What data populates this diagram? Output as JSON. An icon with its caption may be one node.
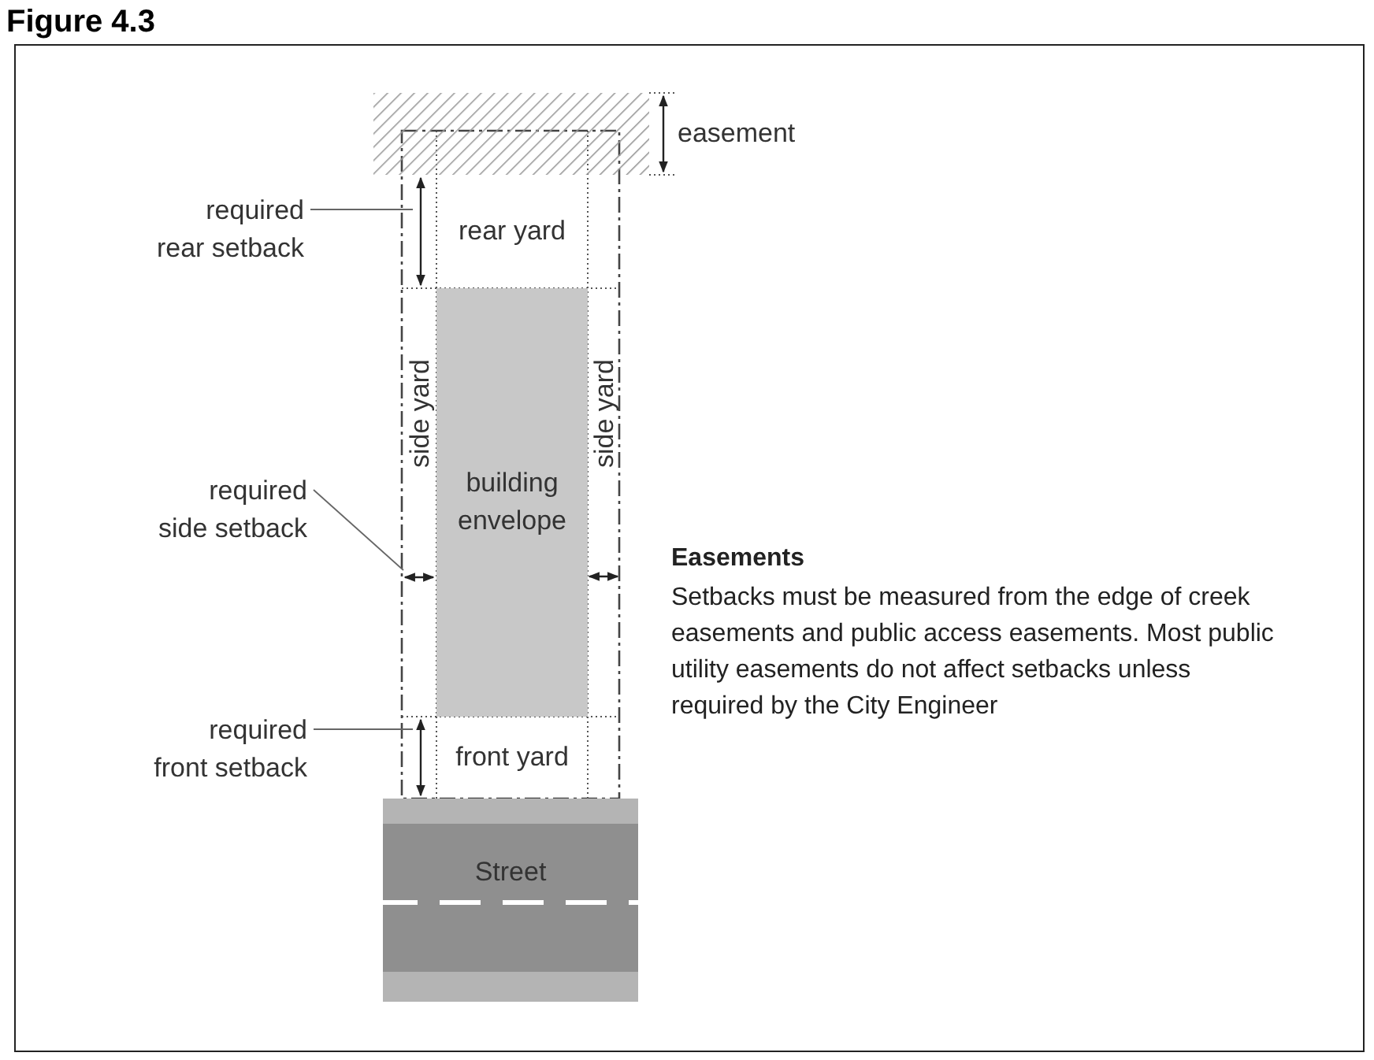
{
  "diagram": {
    "title": "Figure 4.3",
    "nodes": [
      {
        "text": [],
        "shape": "box",
        "beside": [
          "easement"
        ]
      },
      {
        "text": [
          "rear yard"
        ]
      },
      {
        "text": [
          "side yard"
        ]
      },
      {
        "text": [
          "building envelope"
        ]
      },
      {
        "text": [
          "side yard"
        ]
      },
      {
        "text": [
          "front yard"
        ]
      },
      {
        "text": [
          "Street"
        ]
      },
      {
        "text": [
          "required rear setback"
        ]
      },
      {
        "text": [
          "required side setback"
        ]
      },
      {
        "text": [
          "required front setback"
        ]
      },
      {
        "text": [],
        "shape": "arrow"
      },
      {
        "text": [],
        "shape": "arrow"
      },
      {
        "text": [],
        "shape": "arrow"
      }
    ],
    "edges": [
      {
        "from": 7,
        "to": 10,
        "arrow": "none"
      },
      {
        "from": 8,
        "to": 11,
        "arrow": "none"
      },
      {
        "from": 9,
        "to": 12,
        "arrow": "none"
      }
    ],
    "labels": [
      "Easements",
      "Setbacks must be measured from the edge of creek easements and public access easements. Most public utility easements do not affect setbacks unless required by the City Engineer"
    ]
  }
}
